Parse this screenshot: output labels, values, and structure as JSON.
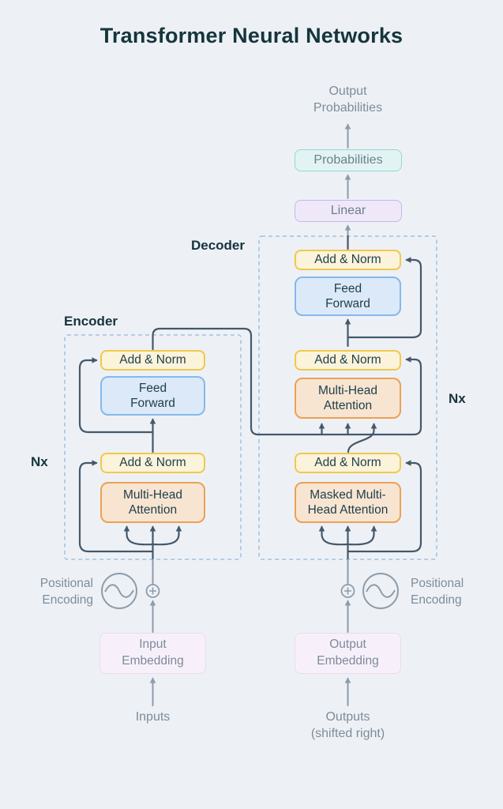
{
  "title": "Transformer Neural Networks",
  "output_flow": {
    "output_probabilities_label": "Output\nProbabilities",
    "probabilities_box": "Probabilities",
    "linear_box": "Linear"
  },
  "decoder": {
    "section_label": "Decoder",
    "nx_label": "Nx",
    "add_norm_top": "Add & Norm",
    "feed_forward": "Feed\nForward",
    "add_norm_mid": "Add & Norm",
    "multi_head_attention": "Multi-Head\nAttention",
    "add_norm_bottom": "Add & Norm",
    "masked_multi_head_attention": "Masked Multi-\nHead Attention"
  },
  "encoder": {
    "section_label": "Encoder",
    "nx_label": "Nx",
    "add_norm_top": "Add & Norm",
    "feed_forward": "Feed\nForward",
    "add_norm_bottom": "Add & Norm",
    "multi_head_attention": "Multi-Head\nAttention"
  },
  "inputs_flow": {
    "positional_encoding_label": "Positional\nEncoding",
    "input_embedding_box": "Input\nEmbedding",
    "inputs_label": "Inputs"
  },
  "outputs_flow": {
    "positional_encoding_label": "Positional\nEncoding",
    "output_embedding_box": "Output\nEmbedding",
    "outputs_label": "Outputs\n(shifted right)"
  },
  "colors": {
    "background": "#EDF1F6",
    "title_text": "#16353D",
    "box_text": "#1E3E4A",
    "muted_text": "#7E8C99",
    "dark_wire": "#45586B",
    "gray_wire": "#8E9CAA",
    "dashed_border": "#A3BFDC",
    "add_norm_bg": "#FBF3DA",
    "add_norm_border": "#F1C84B",
    "feed_forward_bg": "#DCE9F8",
    "feed_forward_border": "#85B8EA",
    "attention_bg": "#F8E5D1",
    "attention_border": "#EDA053",
    "probabilities_bg": "#E1F4F3",
    "probabilities_border": "#96D6D0",
    "linear_bg": "#EEE8F8",
    "linear_border": "#C8B7E9",
    "embedding_bg": "#F7F0FA",
    "embedding_border": "#EADAF3"
  }
}
